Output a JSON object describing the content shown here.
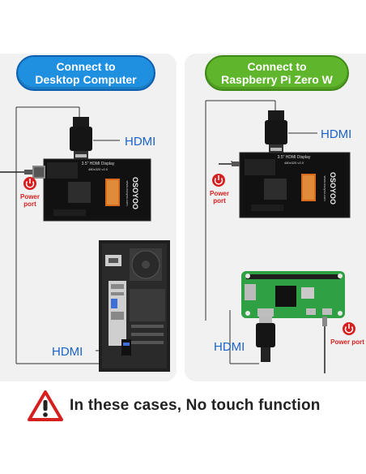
{
  "left_panel": {
    "title": "Connect to\nDesktop Computer",
    "hdmi_top": "HDMI",
    "hdmi_bottom": "HDMI",
    "power_port": "Power\nport",
    "board_brand": "OSOYOO",
    "board_sub": "www.osoyoo.com",
    "board_title": "3.5\" HDMI Display",
    "board_res": "480x320  v2.0"
  },
  "right_panel": {
    "title": "Connect to\nRaspberry Pi Zero W",
    "hdmi_top": "HDMI",
    "hdmi_bottom": "HDMI",
    "power_port": "Power\nport",
    "power_port_bottom": "Power port",
    "board_brand": "OSOYOO",
    "board_sub": "www.osoyoo.com",
    "board_title": "3.5\" HDMI Display",
    "board_res": "480x320  v2.0"
  },
  "warning": {
    "text": "In these cases, No touch function"
  },
  "colors": {
    "blue_pill": "#1f8fe0",
    "green_pill": "#5fb52b",
    "hdmi_label": "#1a63c9",
    "power_red": "#d61f1f"
  }
}
